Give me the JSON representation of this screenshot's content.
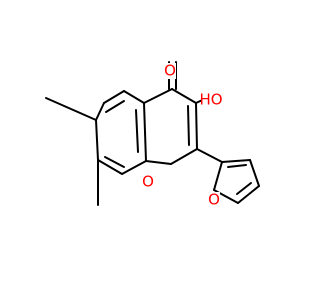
{
  "molecule": {
    "atoms": {
      "carbonyl_oxygen": "O",
      "hydroxyl": "HO",
      "ring_oxygen": "O",
      "furan_oxygen": "O"
    },
    "colors": {
      "bond": "#000000",
      "heteroatom": "#ff0000",
      "background": "#ffffff"
    }
  }
}
